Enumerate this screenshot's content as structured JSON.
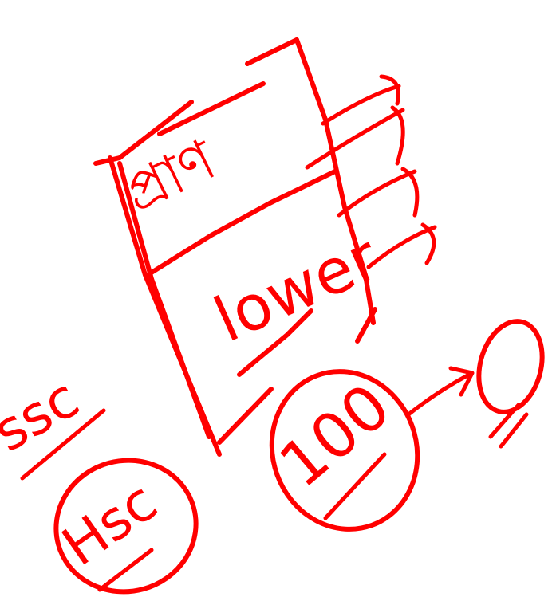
{
  "canvas": {
    "background": "#ffffff",
    "ink_color": "#ff0000"
  },
  "annotations": {
    "bengali_word": "প্রাণ",
    "box_word": "lower",
    "ssc_label": "ssc",
    "hsc_label": "Hsc",
    "score_label": "100",
    "result_label": "0"
  }
}
